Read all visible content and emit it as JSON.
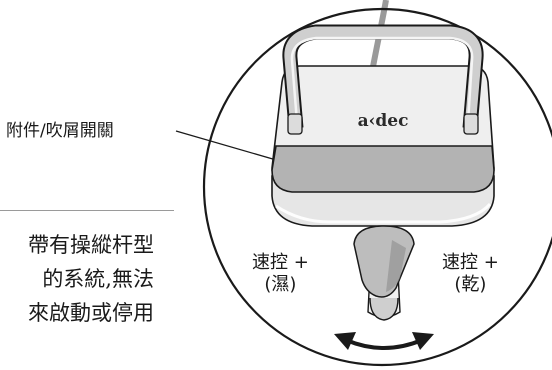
{
  "callout": {
    "label": "附件/吹屑開關"
  },
  "body_text": {
    "line1": "帶有操縱杆型",
    "line2": "的系統,無法",
    "line3": "來啟動或停用"
  },
  "speed_controls": {
    "left_line1": "速控 +",
    "left_line2": "(濕)",
    "right_line1": "速控 +",
    "right_line2": "(乾)"
  },
  "device": {
    "brand": "a‹dec",
    "icon": "foot-control-pedal-icon"
  },
  "colors": {
    "pedal_top": "#efefef",
    "pedal_band": "#b3b3b3",
    "outline": "#1a1a1a"
  }
}
